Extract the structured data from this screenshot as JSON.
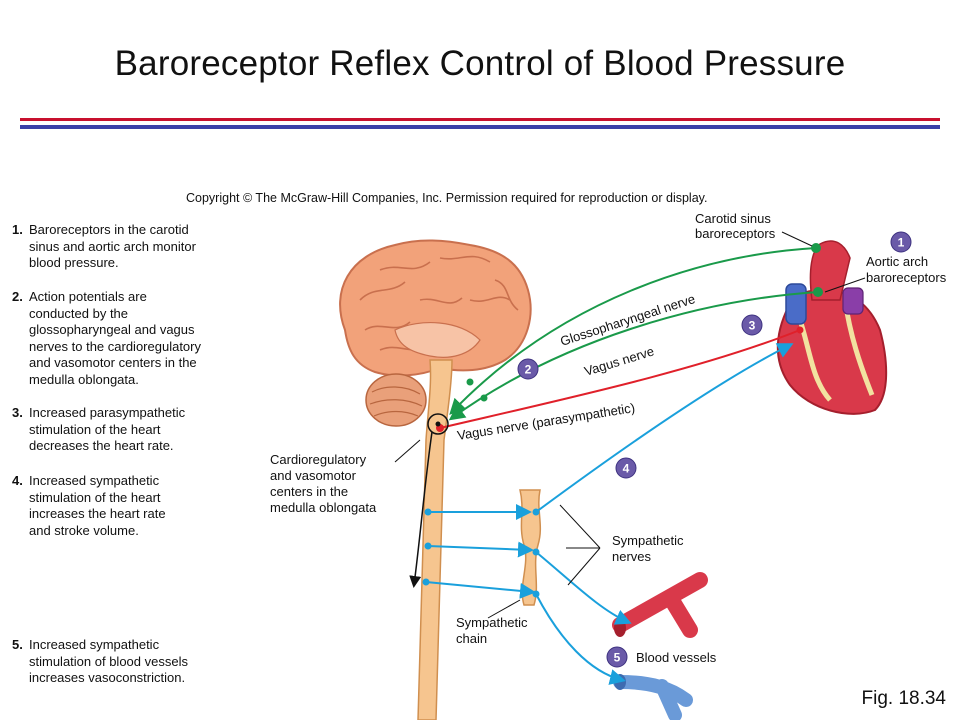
{
  "title": "Baroreceptor Reflex Control of Blood Pressure",
  "copyright": "Copyright © The McGraw-Hill Companies, Inc. Permission required for reproduction or display.",
  "figure_ref": "Fig. 18.34",
  "steps": [
    {
      "num": "1.",
      "text": "Baroreceptors in the carotid\nsinus and aortic arch monitor\nblood pressure."
    },
    {
      "num": "2.",
      "text": "Action potentials are\nconducted by the\nglossopharyngeal and vagus\nnerves to the cardioregulatory\nand vasomotor centers in the\nmedulla oblongata."
    },
    {
      "num": "3.",
      "text": "Increased parasympathetic\nstimulation of the heart\ndecreases the heart rate."
    },
    {
      "num": "4.",
      "text": "Increased sympathetic\nstimulation of the heart\nincreases the heart rate\nand stroke volume."
    },
    {
      "num": "5.",
      "text": "Increased sympathetic\nstimulation of blood vessels\nincreases vasoconstriction."
    }
  ],
  "labels": {
    "carotid_1": "Carotid sinus",
    "carotid_2": "baroreceptors",
    "aortic_1": "Aortic arch",
    "aortic_2": "baroreceptors",
    "glosso": "Glossopharyngeal nerve",
    "vagus": "Vagus nerve",
    "vagus_para": "Vagus nerve (parasympathetic)",
    "cardio_1": "Cardioregulatory",
    "cardio_2": "and vasomotor",
    "cardio_3": "centers in the",
    "cardio_4": "medulla oblongata",
    "symp_nerves_1": "Sympathetic",
    "symp_nerves_2": "nerves",
    "symp_chain_1": "Sympathetic",
    "symp_chain_2": "chain",
    "blood_vessels": "Blood vessels"
  },
  "badges": [
    "1",
    "2",
    "3",
    "4",
    "5"
  ],
  "colors": {
    "green_nerve": "#1a9a4a",
    "red_nerve": "#e0202a",
    "blue_nerve": "#1aa0dc",
    "badge": "#6a5aa8",
    "title_rule_red": "#c8102e",
    "title_rule_blue": "#3a3fa8"
  }
}
